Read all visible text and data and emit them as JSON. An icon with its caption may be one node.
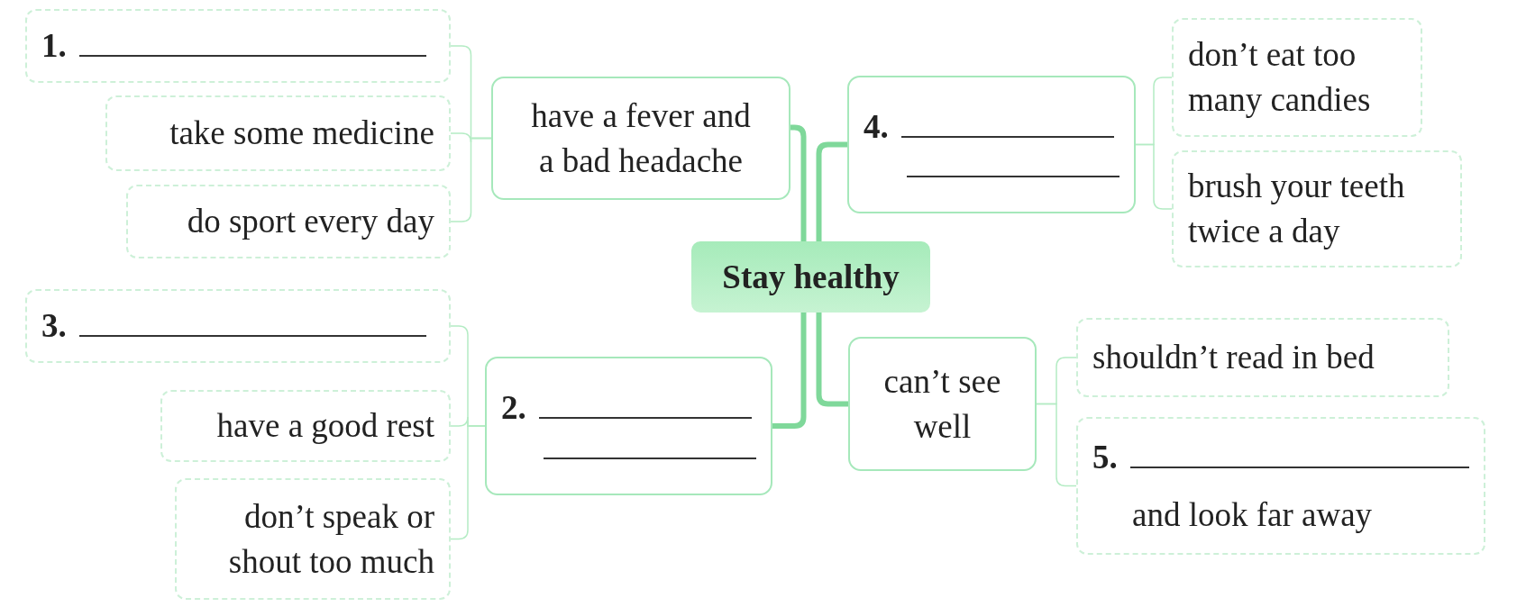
{
  "diagram": {
    "nodes": [
      {
        "text": [
          "Stay healthy"
        ]
      },
      {
        "text": [
          "have a fever and a bad headache"
        ]
      },
      {
        "text": [
          "4."
        ]
      },
      {
        "text": [
          "2."
        ]
      },
      {
        "text": [
          "can’t see well"
        ]
      },
      {
        "text": [
          "1."
        ]
      },
      {
        "text": [
          "take some medicine"
        ]
      },
      {
        "text": [
          "do sport every day"
        ]
      },
      {
        "text": [
          "3."
        ]
      },
      {
        "text": [
          "have a good rest"
        ]
      },
      {
        "text": [
          "don’t speak or shout too much"
        ]
      },
      {
        "text": [
          "don’t eat too many candies"
        ]
      },
      {
        "text": [
          "brush your teeth twice a day"
        ]
      },
      {
        "text": [
          "shouldn’t read in bed"
        ]
      },
      {
        "text": [
          "5.",
          "and look far away"
        ]
      }
    ],
    "edges": [
      {
        "from": 0,
        "to": 1,
        "arrow": "none",
        "style": "thick",
        "color": "#7fd89a"
      },
      {
        "from": 0,
        "to": 2,
        "arrow": "none",
        "style": "thick",
        "color": "#7fd89a"
      },
      {
        "from": 0,
        "to": 3,
        "arrow": "none",
        "style": "thick",
        "color": "#7fd89a"
      },
      {
        "from": 0,
        "to": 4,
        "arrow": "none",
        "style": "thick",
        "color": "#7fd89a"
      },
      {
        "from": 1,
        "to": 5,
        "arrow": "none"
      },
      {
        "from": 1,
        "to": 6,
        "arrow": "none"
      },
      {
        "from": 1,
        "to": 7,
        "arrow": "none"
      },
      {
        "from": 3,
        "to": 8,
        "arrow": "none"
      },
      {
        "from": 3,
        "to": 9,
        "arrow": "none"
      },
      {
        "from": 3,
        "to": 10,
        "arrow": "none"
      },
      {
        "from": 2,
        "to": 11,
        "arrow": "none"
      },
      {
        "from": 2,
        "to": 12,
        "arrow": "none"
      },
      {
        "from": 4,
        "to": 13,
        "arrow": "none"
      },
      {
        "from": 4,
        "to": 14,
        "arrow": "none"
      }
    ]
  }
}
